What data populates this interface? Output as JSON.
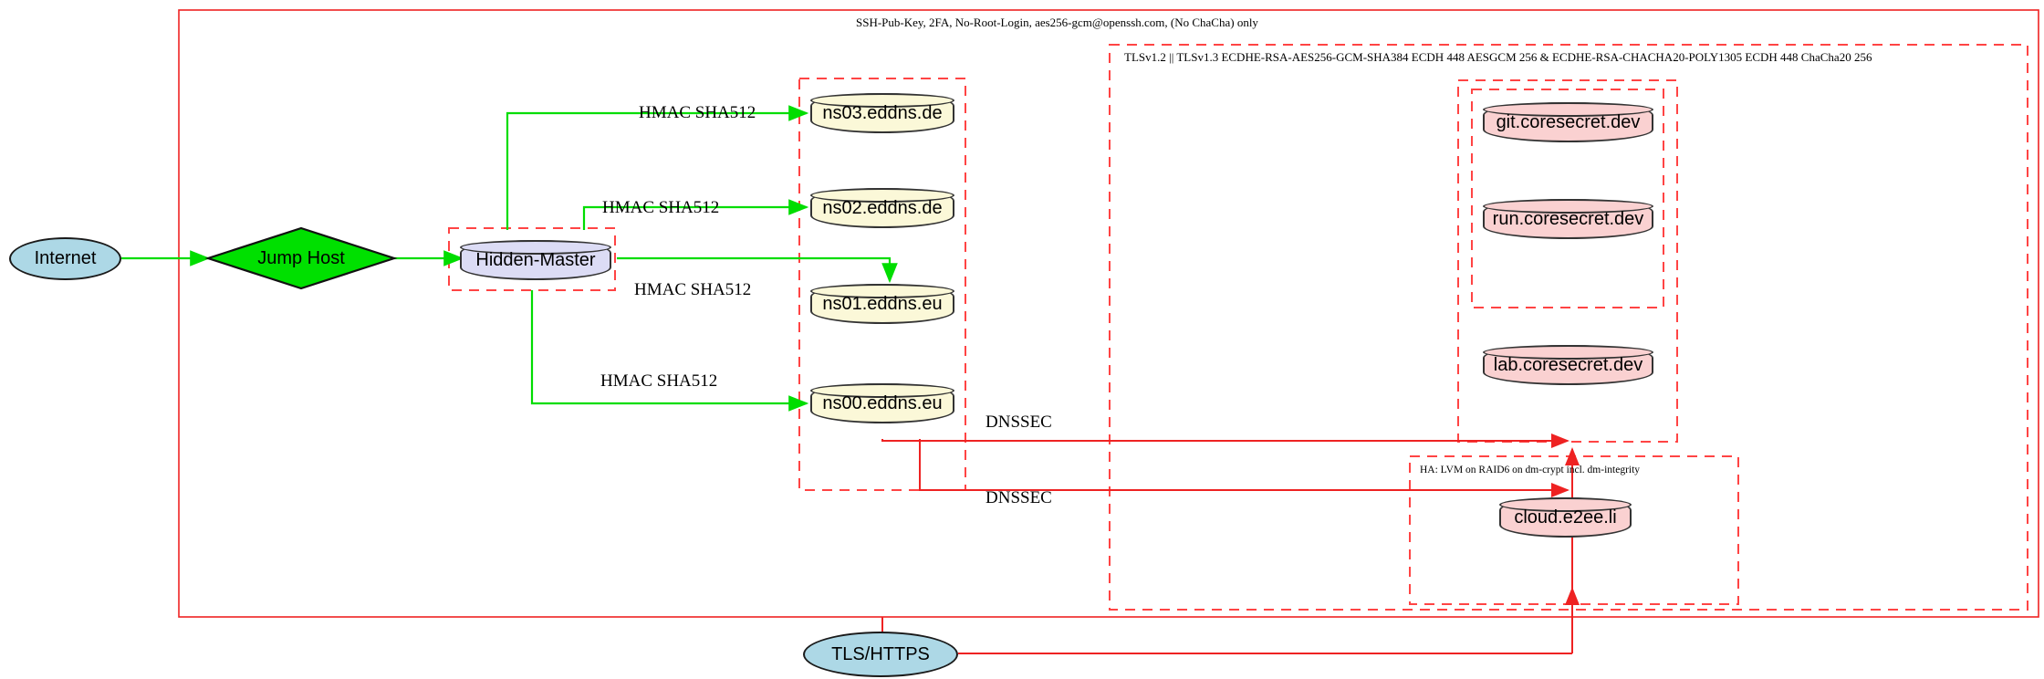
{
  "diagram": {
    "title_label": "SSH-Pub-Key, 2FA, No-Root-Login, aes256-gcm@openssh.com, (No ChaCha) only",
    "colors": {
      "boundary": "#ee2222",
      "cluster": "#ff4444",
      "secure_edge": "#00dd00",
      "tls_edge": "#ee2222",
      "internet_fill": "#add8e6",
      "jumphost_fill": "#00e000",
      "dns_fill": "#fbf8d8",
      "service_fill": "#fad1d1",
      "master_fill": "#dcdcf5"
    }
  },
  "clusters": {
    "ssh_boundary": {
      "label": "SSH-Pub-Key, 2FA, No-Root-Login, aes256-gcm@openssh.com, (No ChaCha) only"
    },
    "tls_boundary": {
      "label": "TLSv1.2 || TLSv1.3 ECDHE-RSA-AES256-GCM-SHA384 ECDH 448 AESGCM 256 & ECDHE-RSA-CHACHA20-POLY1305 ECDH 448 ChaCha20 256"
    },
    "storage_boundary": {
      "label": "HA: LVM on RAID6 on dm-crypt incl. dm-integrity"
    },
    "hidden_master_box": {
      "label": ""
    },
    "dns_box": {
      "label": ""
    },
    "coresecret_outer_box": {
      "label": ""
    },
    "coresecret_inner_box": {
      "label": ""
    }
  },
  "nodes": {
    "internet": {
      "label": "Internet",
      "shape": "ellipse",
      "fill": "#add8e6"
    },
    "jump_host": {
      "label": "Jump Host",
      "shape": "diamond",
      "fill": "#00e000"
    },
    "hidden_master": {
      "label": "Hidden-Master",
      "shape": "cylinder",
      "fill": "#dcdcf5"
    },
    "ns03": {
      "label": "ns03.eddns.de",
      "shape": "cylinder",
      "fill": "#fbf8d8"
    },
    "ns02": {
      "label": "ns02.eddns.de",
      "shape": "cylinder",
      "fill": "#fbf8d8"
    },
    "ns01": {
      "label": "ns01.eddns.eu",
      "shape": "cylinder",
      "fill": "#fbf8d8"
    },
    "ns00": {
      "label": "ns00.eddns.eu",
      "shape": "cylinder",
      "fill": "#fbf8d8"
    },
    "git": {
      "label": "git.coresecret.dev",
      "shape": "cylinder",
      "fill": "#fad1d1"
    },
    "run": {
      "label": "run.coresecret.dev",
      "shape": "cylinder",
      "fill": "#fad1d1"
    },
    "lab": {
      "label": "lab.coresecret.dev",
      "shape": "cylinder",
      "fill": "#fad1d1"
    },
    "cloud": {
      "label": "cloud.e2ee.li",
      "shape": "cylinder",
      "fill": "#fad1d1"
    },
    "tls_https": {
      "label": "TLS/HTTPS",
      "shape": "ellipse",
      "fill": "#add8e6"
    }
  },
  "edges": [
    {
      "from": "internet",
      "to": "jump_host",
      "label": "",
      "color": "#00dd00"
    },
    {
      "from": "jump_host",
      "to": "hidden_master",
      "label": "",
      "color": "#00dd00"
    },
    {
      "from": "hidden_master",
      "to": "ns03",
      "label": "HMAC SHA512",
      "color": "#00dd00"
    },
    {
      "from": "hidden_master",
      "to": "ns02",
      "label": "HMAC SHA512",
      "color": "#00dd00"
    },
    {
      "from": "hidden_master",
      "to": "ns01",
      "label": "HMAC SHA512",
      "color": "#00dd00"
    },
    {
      "from": "hidden_master",
      "to": "ns00",
      "label": "HMAC SHA512",
      "color": "#00dd00"
    },
    {
      "from": "dns_box",
      "to": "coresecret_outer_box",
      "label": "DNSSEC",
      "color": "#ee2222"
    },
    {
      "from": "dns_box",
      "to": "storage_boundary",
      "label": "DNSSEC",
      "color": "#ee2222"
    },
    {
      "from": "tls_https",
      "to": "coresecret_outer_box",
      "label": "",
      "color": "#ee2222"
    },
    {
      "from": "tls_https",
      "to": "storage_boundary",
      "label": "",
      "color": "#ee2222"
    }
  ],
  "edge_labels": {
    "hmac_ns03": "HMAC SHA512",
    "hmac_ns02": "HMAC SHA512",
    "hmac_ns01": "HMAC SHA512",
    "hmac_ns00": "HMAC SHA512",
    "dnssec_upper": "DNSSEC",
    "dnssec_lower": "DNSSEC"
  }
}
